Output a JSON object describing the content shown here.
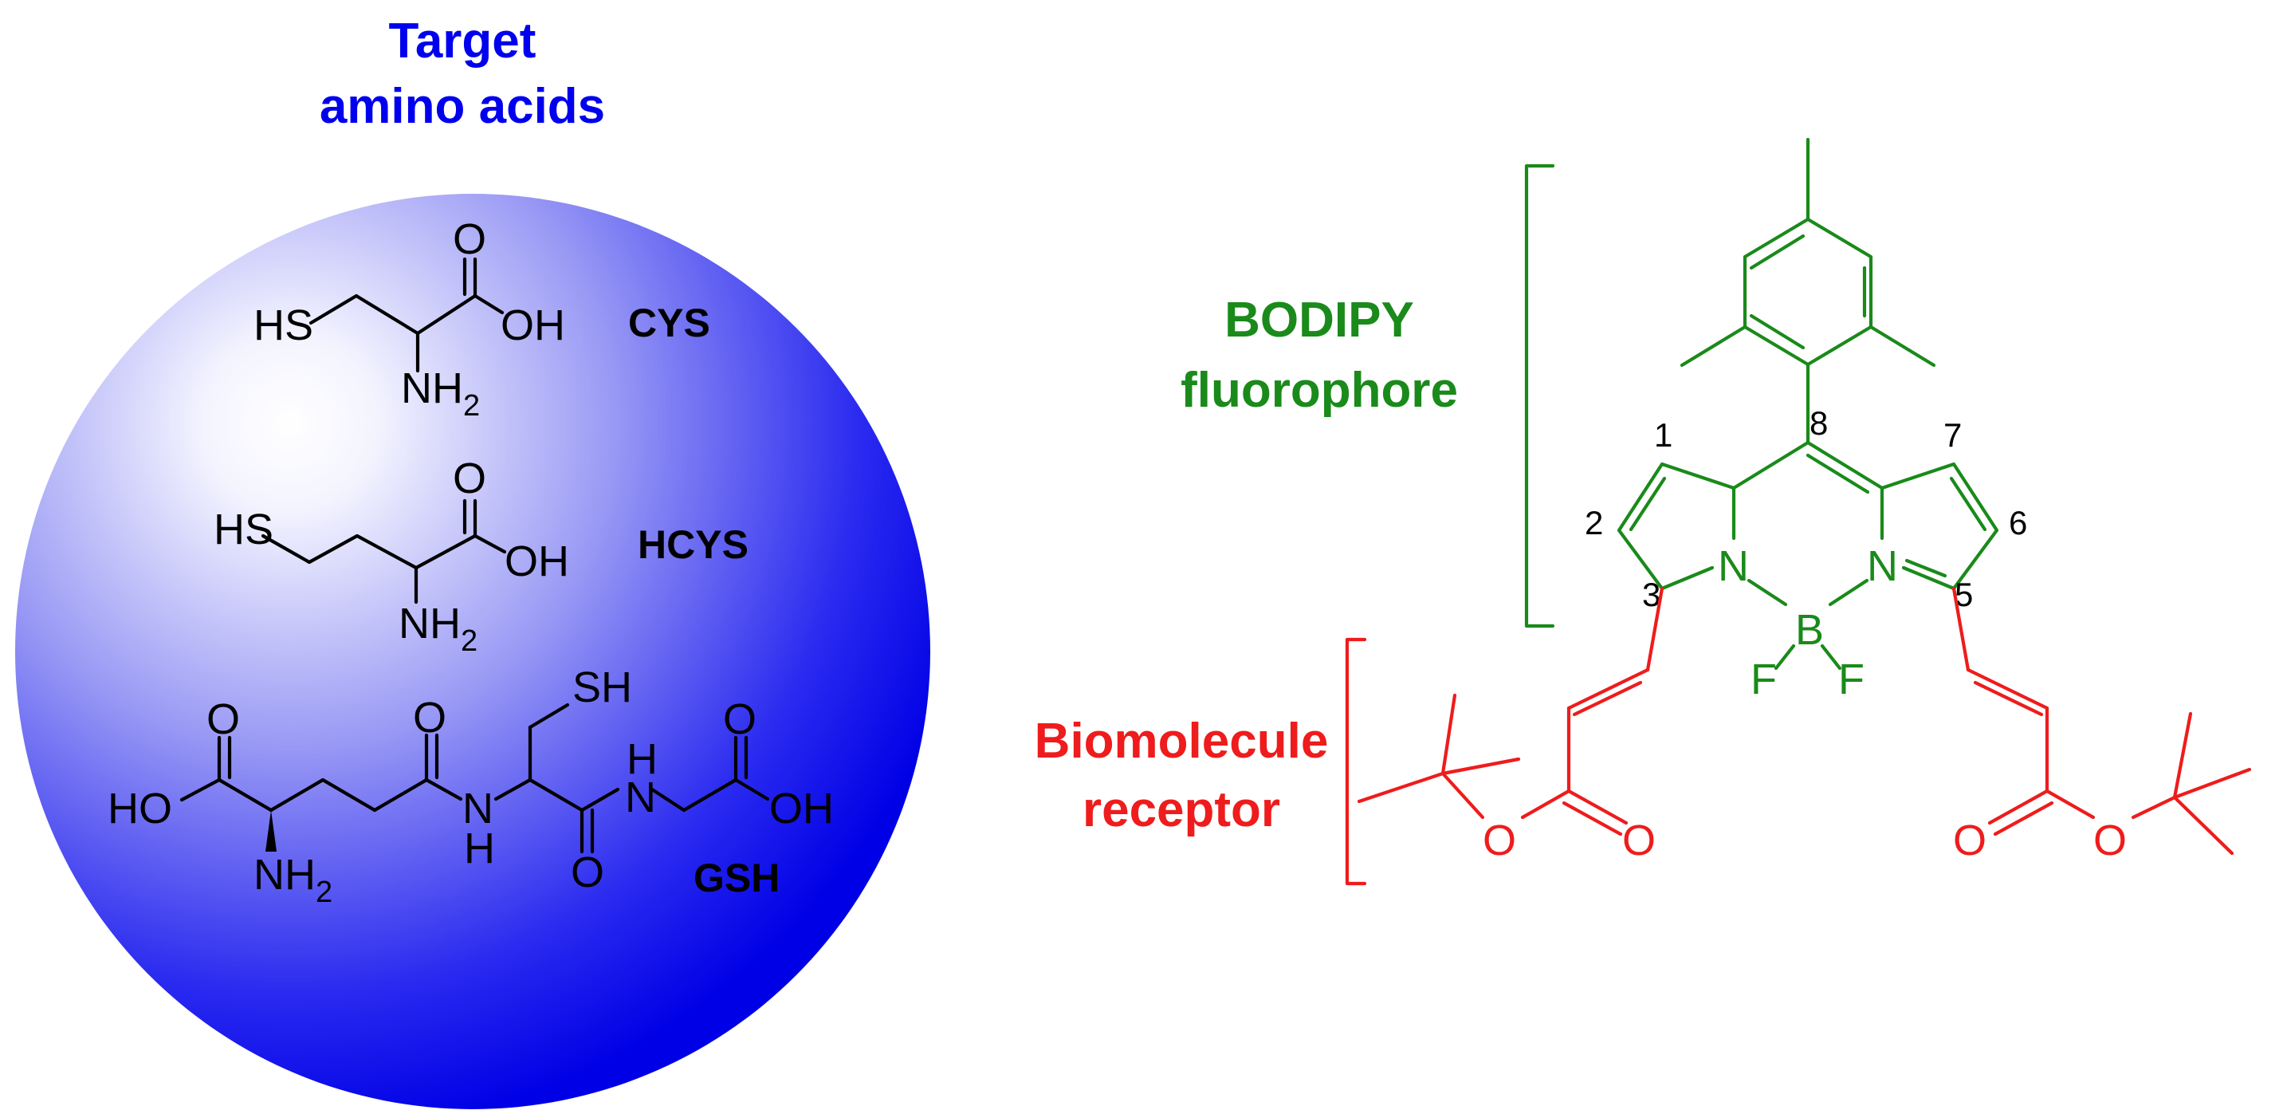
{
  "colors": {
    "sphere": "#0000ee",
    "bodipy": "#1a8a1a",
    "receptor": "#ee1c1c",
    "text": "#000000"
  },
  "headings": {
    "target_line1": "Target",
    "target_line2": "amino acids",
    "bodipy_line1": "BODIPY",
    "bodipy_line2": "fluorophore",
    "receptor_line1": "Biomolecule",
    "receptor_line2": "receptor"
  },
  "molecules": {
    "cys": {
      "name": "CYS",
      "thiol": "HS",
      "carbonyl_o": "O",
      "acid": "OH",
      "amine": "NH",
      "amine_sub": "2"
    },
    "hcys": {
      "name": "HCYS",
      "thiol": "HS",
      "carbonyl_o": "O",
      "acid": "OH",
      "amine": "NH",
      "amine_sub": "2"
    },
    "gsh": {
      "name": "GSH",
      "acid_left": "HO",
      "acid_right": "OH",
      "carbonyl_o": "O",
      "amine": "NH",
      "amine_sub": "2",
      "amide_nh": "NH",
      "amide_n": "N",
      "amide_h": "H",
      "thiol": "SH"
    }
  },
  "bodipy": {
    "n": "N",
    "b": "B",
    "f": "F",
    "positions": [
      "1",
      "2",
      "3",
      "5",
      "6",
      "7",
      "8"
    ]
  },
  "receptor": {
    "o": "O"
  }
}
